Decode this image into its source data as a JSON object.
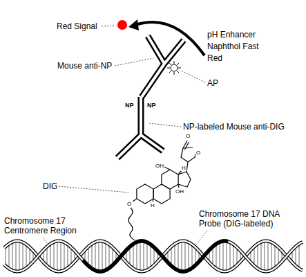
{
  "diagram": {
    "labels": [
      "Red Signal",
      "pH Enhancer Naphthol Fast Red",
      "Mouse anti-NP",
      "AP",
      "NP",
      "NP",
      "NP-labeled Mouse anti-DIG",
      "DIG",
      "Chromosome 17 Centromere Region",
      "Chromosome 17 DNA Probe (DIG-labeled)",
      "O",
      "O",
      "OH",
      "OH",
      "H",
      "H",
      "O"
    ]
  }
}
